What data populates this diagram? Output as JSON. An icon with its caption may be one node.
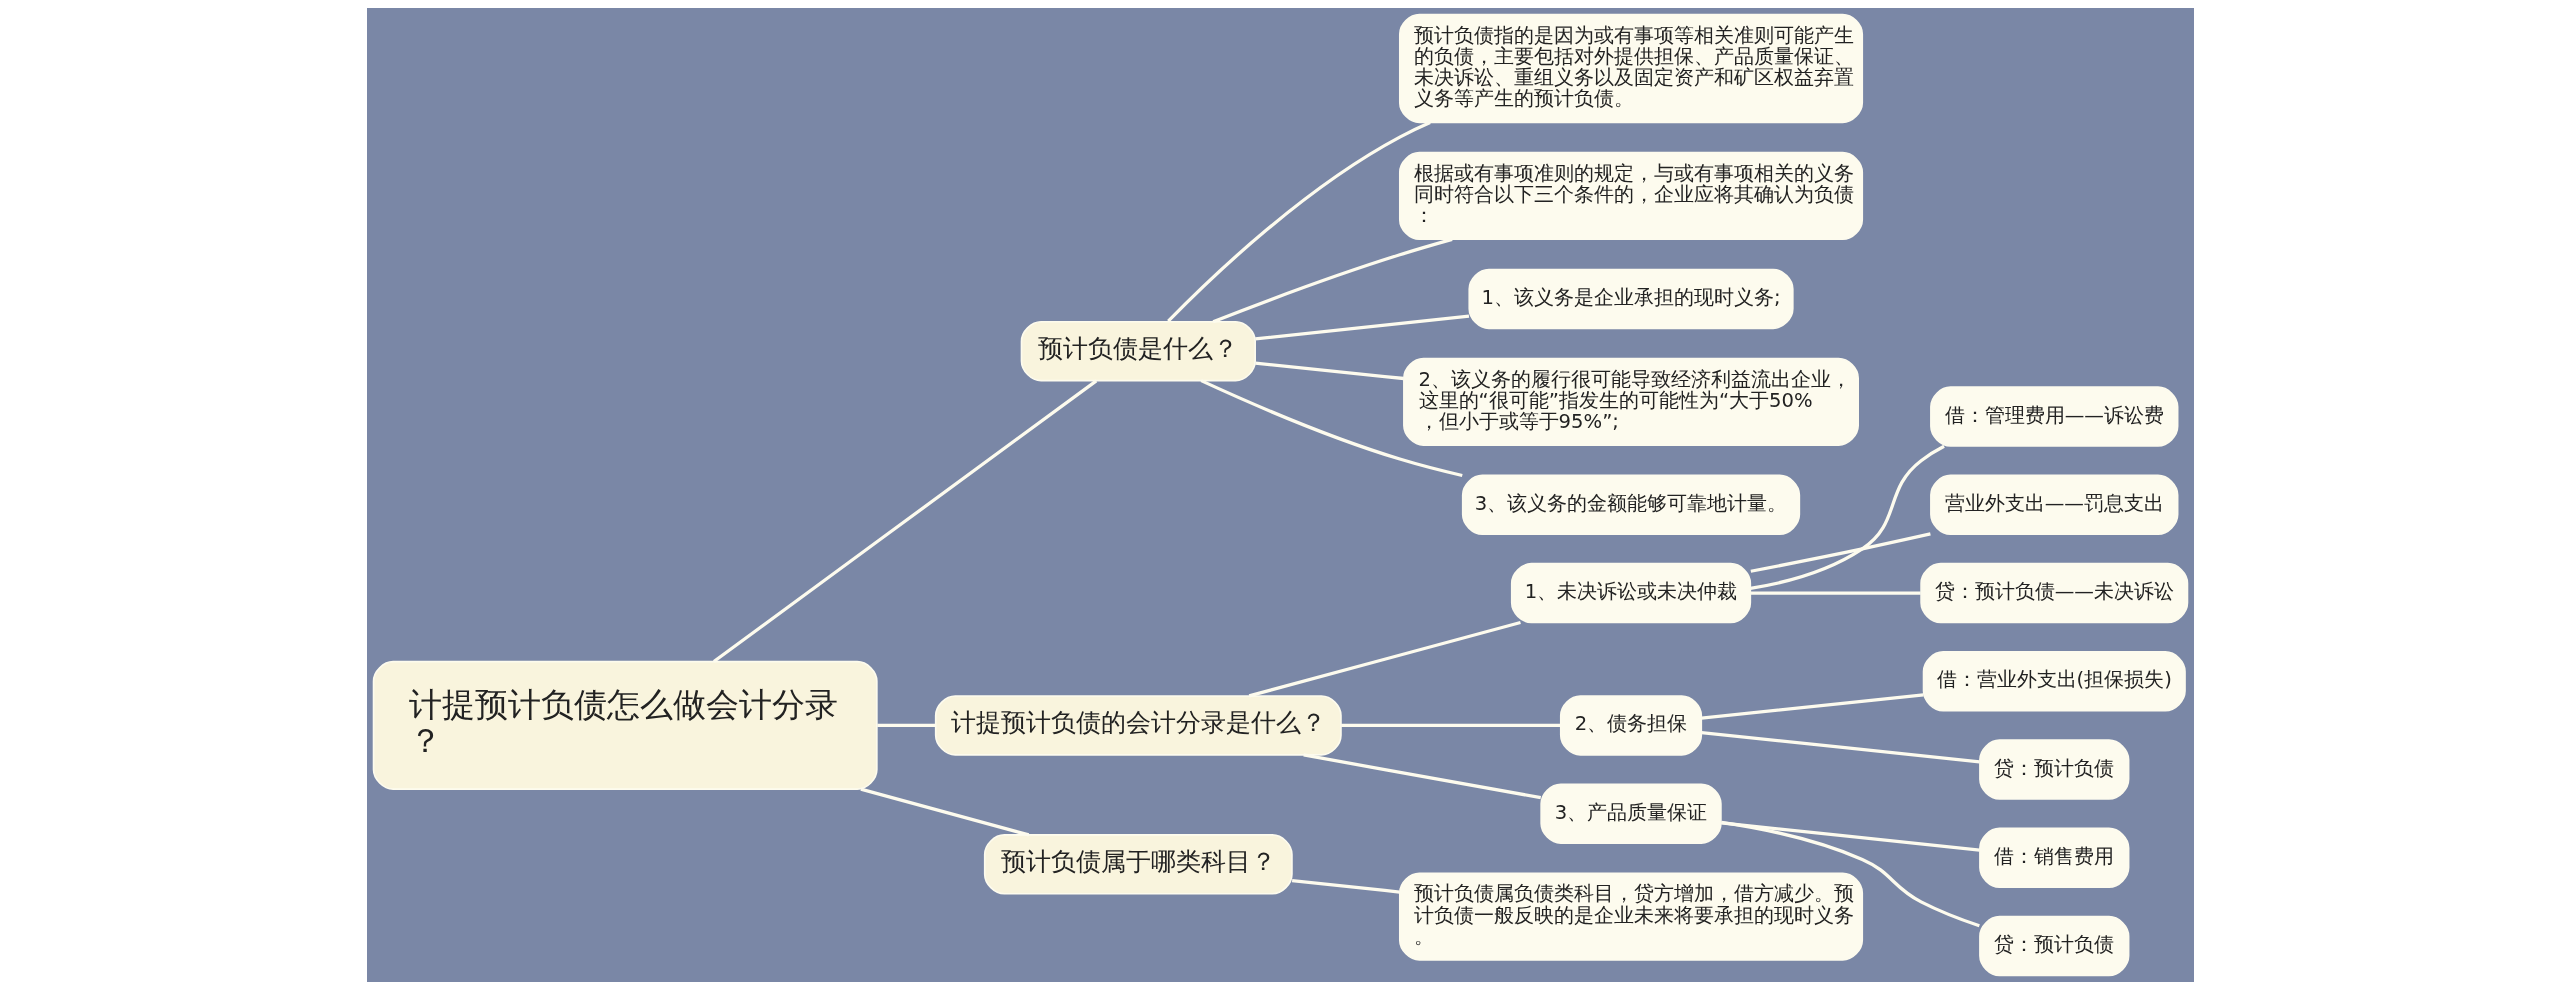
{
  "diagram": {
    "nodes": [
      {
        "text": [
          "计提预计负债怎么做会计分录？"
        ]
      },
      {
        "text": [
          "预计负债是什么？"
        ]
      },
      {
        "text": [
          "预计负债指的是因为或有事项等相关准则可能产生的负债，主要包括对外提供担保、产品质量保证、未决诉讼、重组义务以及固定资产和矿区权益弃置义务等产生的预计负债。"
        ]
      },
      {
        "text": [
          "根据或有事项准则的规定，与或有事项相关的义务同时符合以下三个条件的，企业应将其确认为负债："
        ]
      },
      {
        "text": [
          "1、该义务是企业承担的现时义务;"
        ]
      },
      {
        "text": [
          "2、该义务的履行很可能导致经济利益流出企业，这里的“很可能”指发生的可能性为“大于50%，但小于或等于95%”;"
        ]
      },
      {
        "text": [
          "3、该义务的金额能够可靠地计量。"
        ]
      },
      {
        "text": [
          "计提预计负债的会计分录是什么？"
        ]
      },
      {
        "text": [
          "1、未决诉讼或未决仲裁"
        ]
      },
      {
        "text": [
          "借：管理费用——诉讼费"
        ]
      },
      {
        "text": [
          "营业外支出——罚息支出"
        ]
      },
      {
        "text": [
          "贷：预计负债——未决诉讼"
        ]
      },
      {
        "text": [
          "2、债务担保"
        ]
      },
      {
        "text": [
          "借：营业外支出(担保损失)"
        ]
      },
      {
        "text": [
          "贷：预计负债"
        ]
      },
      {
        "text": [
          "3、产品质量保证"
        ]
      },
      {
        "text": [
          "借：销售费用"
        ]
      },
      {
        "text": [
          "贷：预计负债"
        ]
      },
      {
        "text": [
          "预计负债属于哪类科目？"
        ]
      },
      {
        "text": [
          "预计负债属负债类科目，贷方增加，借方减少。预计负债一般反映的是企业未来将要承担的现时义务。"
        ]
      }
    ],
    "edges": [
      {
        "from": 0,
        "to": 1,
        "arrow": "none"
      },
      {
        "from": 1,
        "to": 2,
        "arrow": "none"
      },
      {
        "from": 1,
        "to": 3,
        "arrow": "none"
      },
      {
        "from": 1,
        "to": 4,
        "arrow": "none"
      },
      {
        "from": 1,
        "to": 5,
        "arrow": "none"
      },
      {
        "from": 1,
        "to": 6,
        "arrow": "none"
      },
      {
        "from": 0,
        "to": 7,
        "arrow": "none"
      },
      {
        "from": 7,
        "to": 8,
        "arrow": "none"
      },
      {
        "from": 8,
        "to": 9,
        "arrow": "none"
      },
      {
        "from": 8,
        "to": 10,
        "arrow": "none"
      },
      {
        "from": 8,
        "to": 11,
        "arrow": "none"
      },
      {
        "from": 7,
        "to": 12,
        "arrow": "none"
      },
      {
        "from": 12,
        "to": 13,
        "arrow": "none"
      },
      {
        "from": 12,
        "to": 14,
        "arrow": "none"
      },
      {
        "from": 7,
        "to": 15,
        "arrow": "none"
      },
      {
        "from": 15,
        "to": 16,
        "arrow": "none"
      },
      {
        "from": 15,
        "to": 17,
        "arrow": "none"
      },
      {
        "from": 0,
        "to": 18,
        "arrow": "none"
      },
      {
        "from": 18,
        "to": 19,
        "arrow": "none"
      }
    ]
  }
}
